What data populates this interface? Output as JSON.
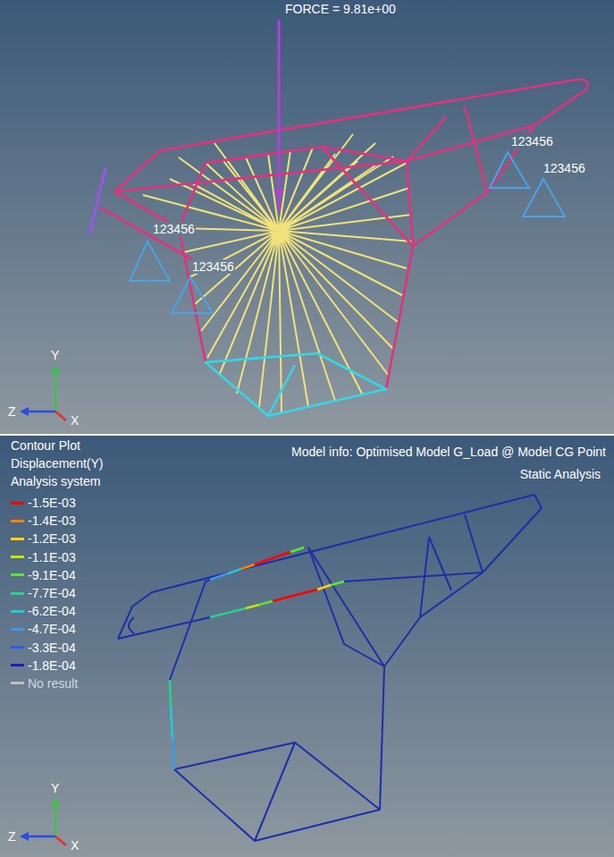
{
  "diagram": {
    "labels": [
      "FORCE = 9.81e+00",
      "123456",
      "123456",
      "123456",
      "123456",
      "Y",
      "Z",
      "X",
      "Contour Plot",
      "Displacement(Y)",
      "Analysis system",
      "Model info: Optimised Model G_Load @ Model CG Point",
      "Static Analysis",
      "Y",
      "Z",
      "X"
    ],
    "legend": [
      {
        "text": "-1.5E-03",
        "color": "#ff0000"
      },
      {
        "text": "-1.4E-03",
        "color": "#ff7f00"
      },
      {
        "text": "-1.2E-03",
        "color": "#ffd200"
      },
      {
        "text": "-1.1E-03",
        "color": "#c8e600"
      },
      {
        "text": "-9.1E-04",
        "color": "#5ae632"
      },
      {
        "text": "-7.7E-04",
        "color": "#28d28c"
      },
      {
        "text": "-6.2E-04",
        "color": "#28c8d2"
      },
      {
        "text": "-4.7E-04",
        "color": "#3c9be6"
      },
      {
        "text": "-3.3E-04",
        "color": "#2d5ae6"
      },
      {
        "text": "-1.8E-04",
        "color": "#1e1eb4"
      },
      {
        "text": "No result",
        "color": "#c0c0c0"
      }
    ]
  }
}
